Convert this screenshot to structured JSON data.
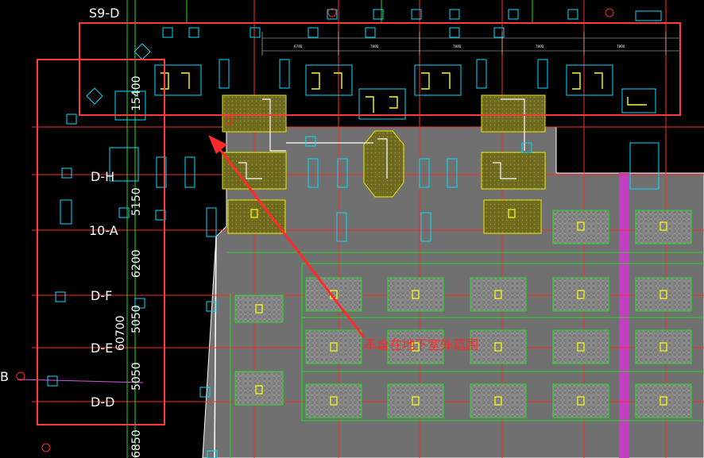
{
  "grid_labels": {
    "top": "S9-D",
    "dh": "D-H",
    "a10": "10-A",
    "df": "D-F",
    "de": "D-E",
    "dd": "D-D",
    "b": "B"
  },
  "vertical_dimensions": {
    "d1": "15400",
    "d2": "5150",
    "d3": "6200",
    "d4": "5050",
    "d5": "60700",
    "d6": "5050",
    "d7": "6850"
  },
  "top_dimensions": [
    "6700",
    "7800",
    "7800",
    "7800",
    "7800"
  ],
  "annotation_text": "不含在地下室外范围",
  "colors": {
    "background": "#000000",
    "slab": "#707070",
    "highlight_box": "#ff3b3b",
    "grid_line": "#ff2a2a",
    "pile_cap": "#00e0ff",
    "column": "#ffff00",
    "hatch": "#8a8a3a",
    "beam": "#1ee01e",
    "purple_strip": "#c040c0"
  }
}
